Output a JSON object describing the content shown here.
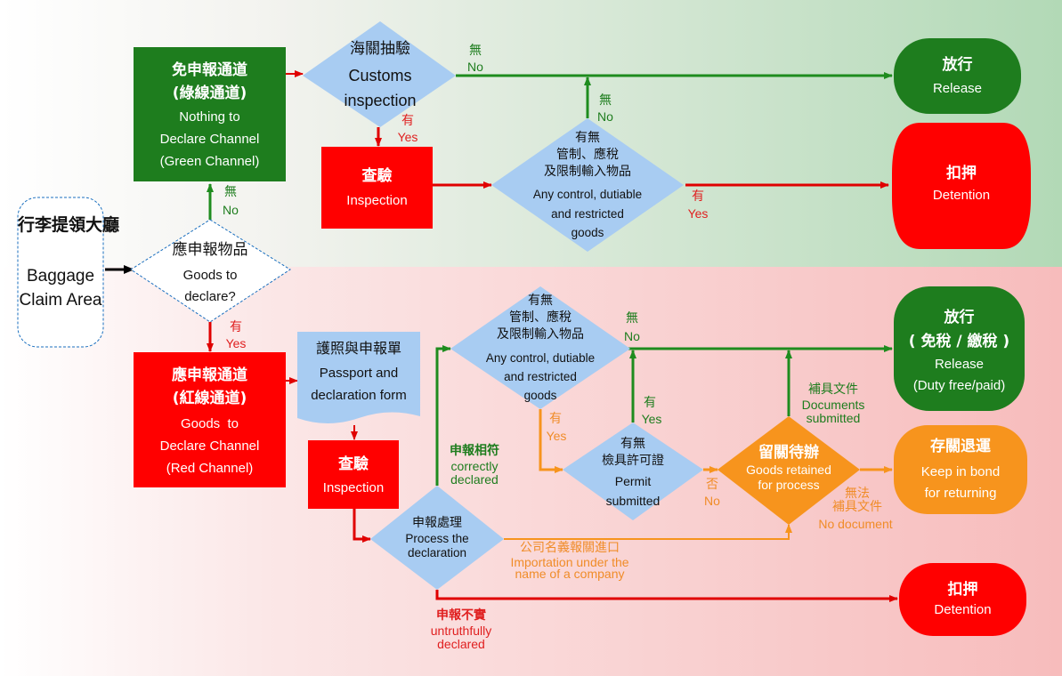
{
  "baggage": {
    "zh": "行李提領大廳",
    "en": "Baggage Claim Area"
  },
  "goods_to_declare": {
    "zh": "應申報物品",
    "en": "Goods to declare?"
  },
  "green_channel": {
    "zh": "免申報通道\n(綠線通道)",
    "en": "Nothing to\nDeclare Channel\n(Green Channel)"
  },
  "customs_inspection": {
    "zh": "海關抽驗",
    "en": "Customs\ninspection"
  },
  "inspection_top": {
    "zh": "查驗",
    "en": "Inspection"
  },
  "control_top": {
    "zh": "有無\n管制、應稅\n及限制輸入物品",
    "en": "Any control, dutiable\nand restricted\ngoods"
  },
  "release_top": {
    "zh": "放行",
    "en": "Release"
  },
  "detention_top": {
    "zh": "扣押",
    "en": "Detention"
  },
  "red_channel": {
    "zh": "應申報通道\n(紅線通道)",
    "en": "Goods  to\nDeclare Channel\n(Red Channel)"
  },
  "passport": {
    "zh": "護照與申報單",
    "en": "Passport and\ndeclaration form"
  },
  "inspection_bottom": {
    "zh": "查驗",
    "en": "Inspection"
  },
  "process": {
    "zh": "申報處理",
    "en": "Process the\ndeclaration"
  },
  "control_bottom": {
    "zh": "有無\n管制、應稅\n及限制輸入物品",
    "en": "Any control, dutiable\nand restricted\ngoods"
  },
  "permit": {
    "zh": "有無\n檢具許可證",
    "en": "Permit\nsubmitted"
  },
  "retained": {
    "zh": "留關待辦",
    "en": "Goods retained\nfor process"
  },
  "release_bottom": {
    "zh": "放行\n( 免稅 / 繳稅 )",
    "en": "Release\n(Duty free/paid)"
  },
  "keep_bond": {
    "zh": "存關退運",
    "en": "Keep in bond\nfor returning"
  },
  "detention_bottom": {
    "zh": "扣押",
    "en": "Detention"
  },
  "labels": {
    "no_zh": "無",
    "no_en": "No",
    "yes_zh": "有",
    "yes_en": "Yes",
    "fou_zh": "否",
    "correct_zh": "申報相符",
    "correct_en": "correctly\ndeclared",
    "untrue_zh": "申報不實",
    "untrue_en": "untruthfully\ndeclared",
    "company_zh": "公司名義報關進口",
    "company_en": "Importation under the\nname of a company",
    "docs_zh": "補具文件",
    "docs_en": "Documents\nsubmitted",
    "nodoc_zh": "無法\n補具文件",
    "nodoc_en": "No document"
  },
  "colors": {
    "green": "#1e7d1e",
    "red": "#ff0000",
    "orange": "#f7941d",
    "blue": "#a8ccf2",
    "arrow_green": "#1e8c1e",
    "arrow_red": "#e00000"
  }
}
